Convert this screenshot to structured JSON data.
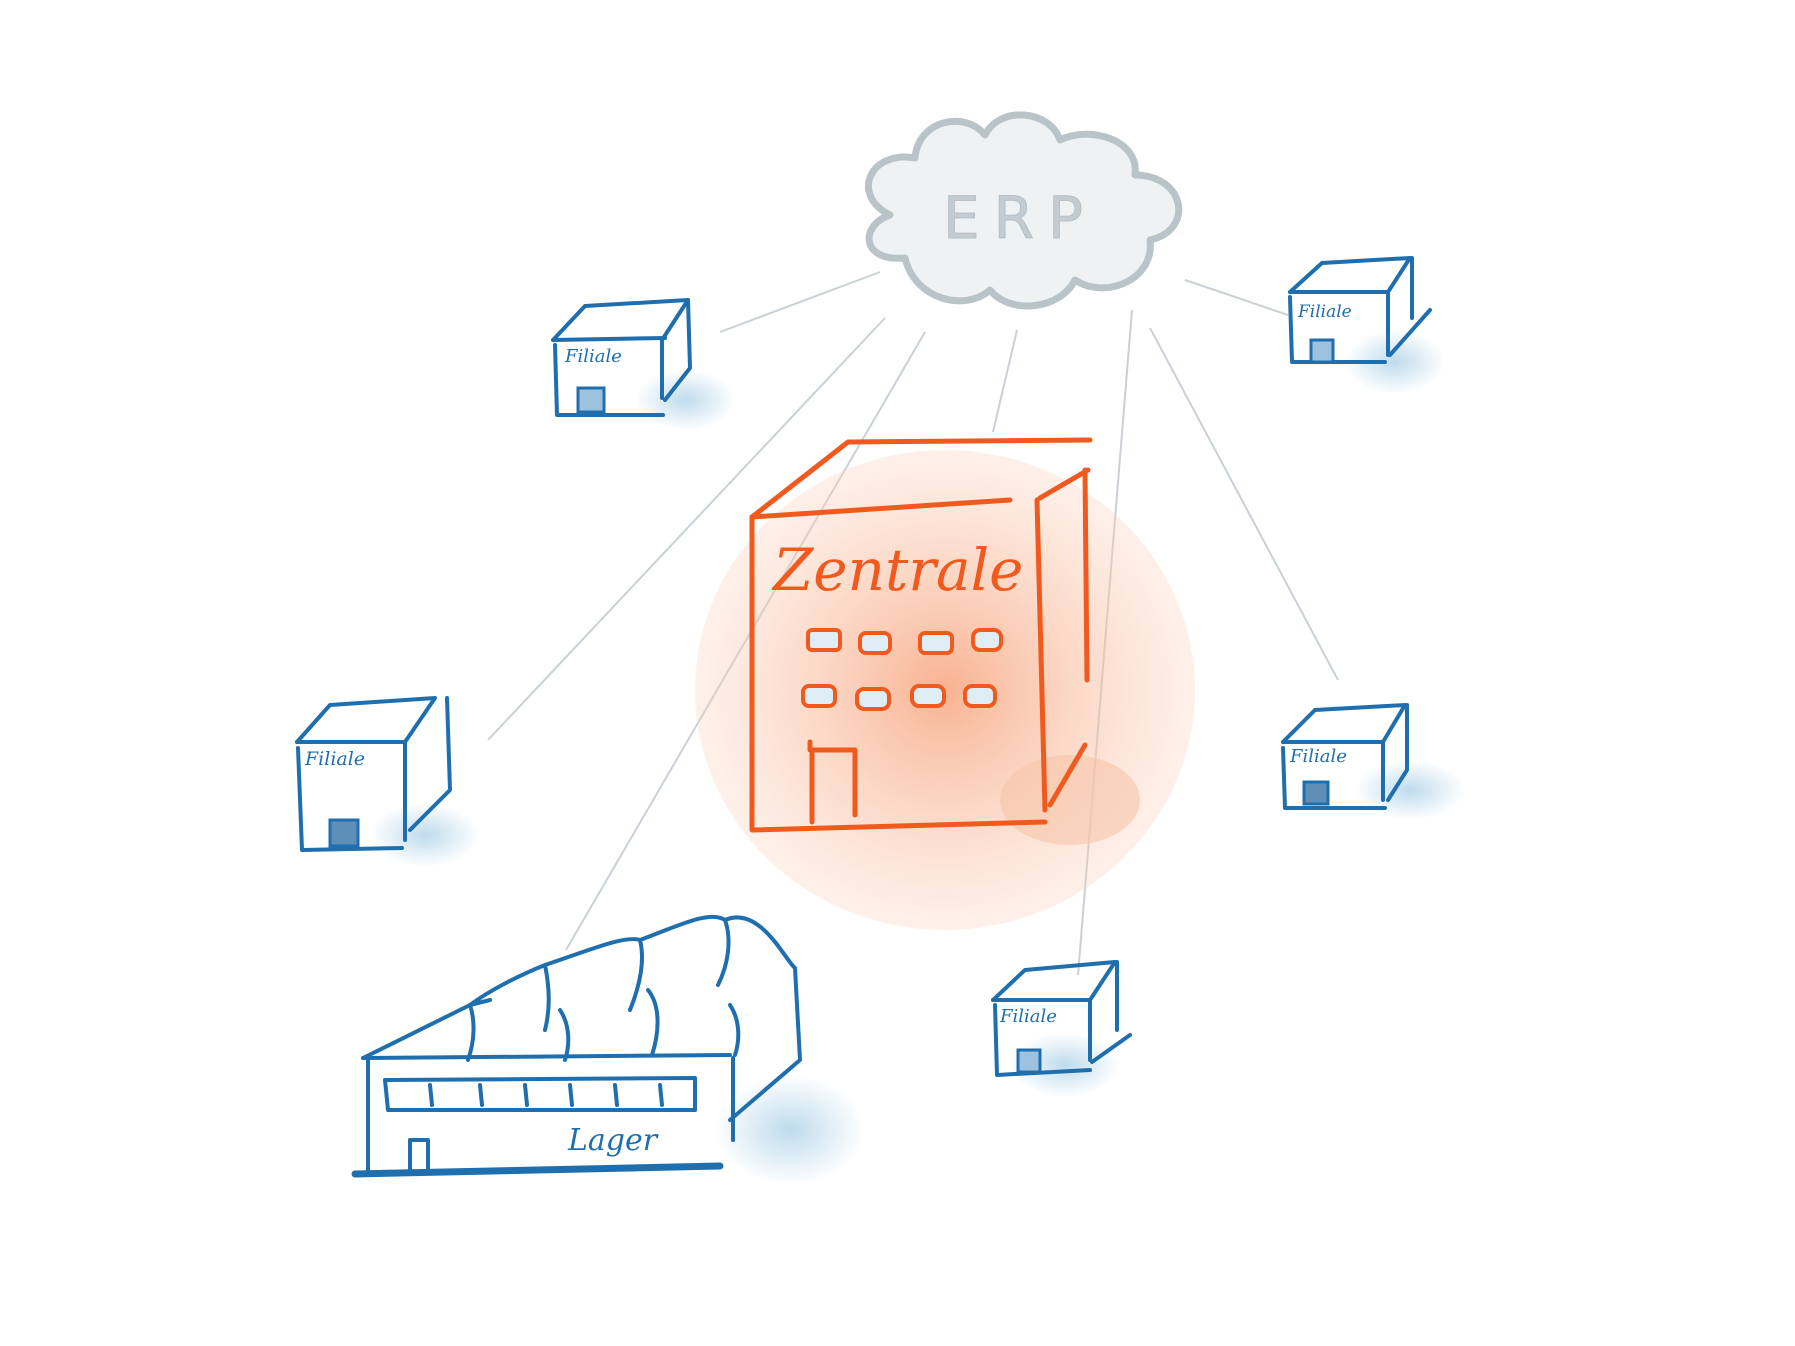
{
  "cloud": {
    "label": "ERP"
  },
  "headquarters": {
    "label": "Zentrale"
  },
  "warehouse": {
    "label": "Lager"
  },
  "branches": [
    {
      "label": "Filiale"
    },
    {
      "label": "Filiale"
    },
    {
      "label": "Filiale"
    },
    {
      "label": "Filiale"
    },
    {
      "label": "Filiale"
    }
  ],
  "colors": {
    "branch": "#1f6fae",
    "headquarters": "#f05a1e",
    "cloud": "#b9c4c9",
    "connector": "#c9d1d6"
  }
}
